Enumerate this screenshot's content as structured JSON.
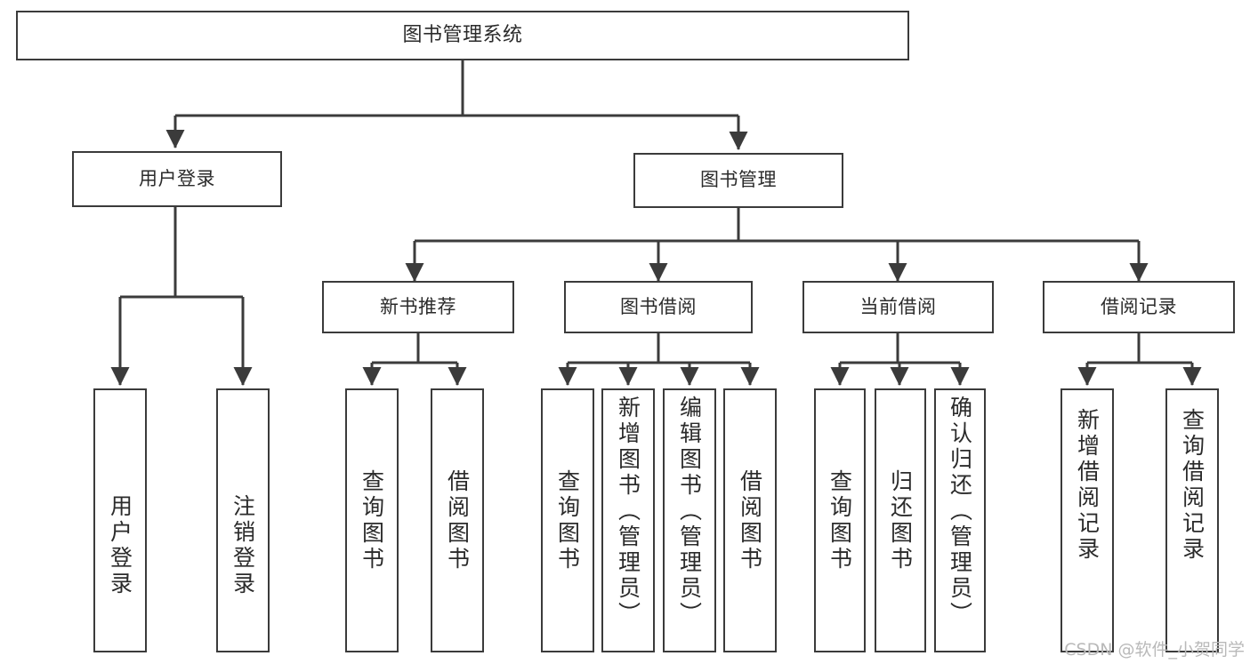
{
  "diagram": {
    "type": "tree",
    "title": "图书管理系统",
    "colors": {
      "box_border": "#3b3b3b",
      "box_fill": "#ffffff",
      "connector": "#3b3b3b",
      "text": "#2b2b2b",
      "watermark": "#b9b9b9",
      "background": "#ffffff"
    },
    "root": {
      "label": "图书管理系统"
    },
    "level2": [
      {
        "label": "用户登录"
      },
      {
        "label": "图书管理"
      }
    ],
    "level3": [
      {
        "label": "新书推荐"
      },
      {
        "label": "图书借阅"
      },
      {
        "label": "当前借阅"
      },
      {
        "label": "借阅记录"
      }
    ],
    "leaves": {
      "user_login": [
        {
          "label": "用户登录"
        },
        {
          "label": "注销登录"
        }
      ],
      "new_book": [
        {
          "label": "查询图书"
        },
        {
          "label": "借阅图书"
        }
      ],
      "book_borrow": [
        {
          "label": "查询图书"
        },
        {
          "label": "新增图书（管理员）"
        },
        {
          "label": "编辑图书（管理员）"
        },
        {
          "label": "借阅图书"
        }
      ],
      "current_borrow": [
        {
          "label": "查询图书"
        },
        {
          "label": "归还图书"
        },
        {
          "label": "确认归还（管理员）"
        }
      ],
      "borrow_record": [
        {
          "label": "新增借阅记录"
        },
        {
          "label": "查询借阅记录"
        }
      ]
    }
  },
  "watermark": {
    "text": "CSDN @软件_小贺同学"
  }
}
